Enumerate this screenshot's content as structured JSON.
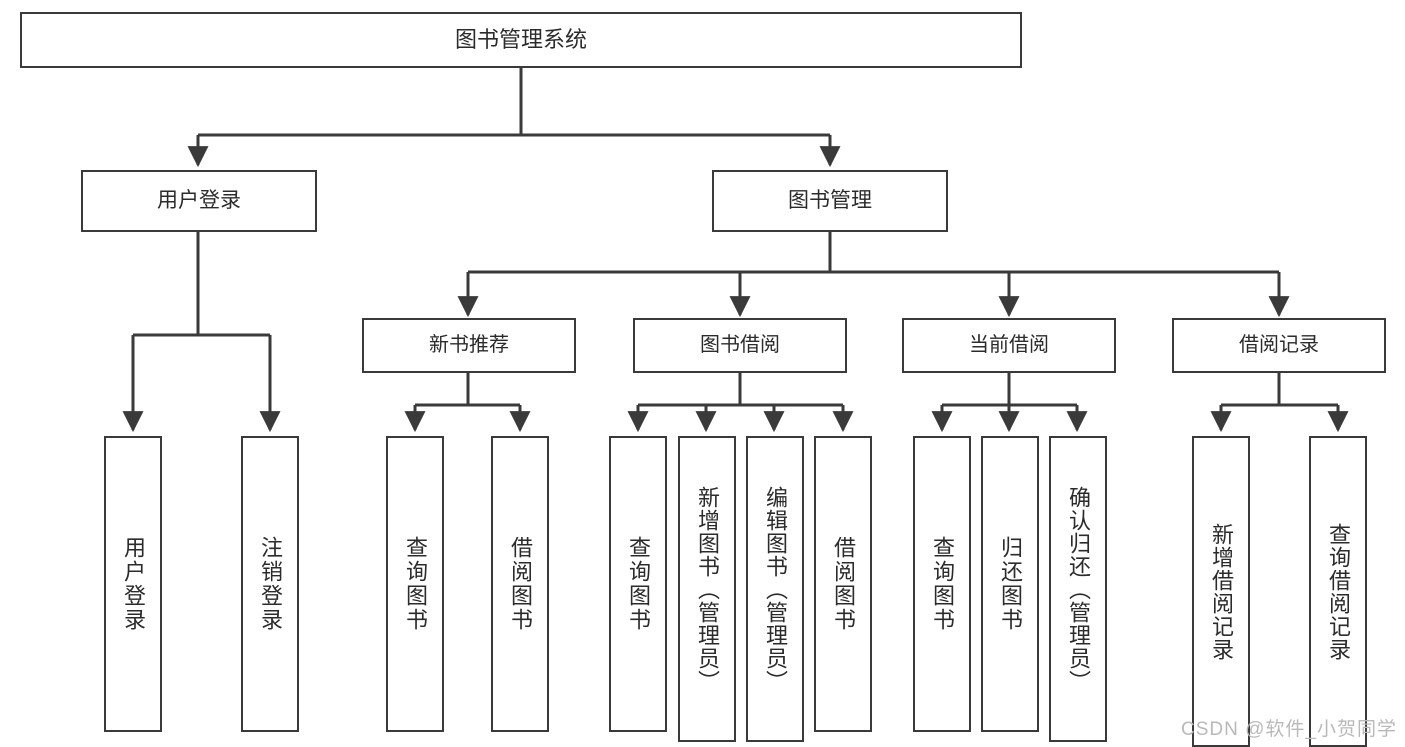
{
  "diagram": {
    "title": "图书管理系统",
    "type": "functional-structure-tree",
    "root": {
      "label": "图书管理系统"
    },
    "level2": [
      {
        "id": "user-login",
        "label": "用户登录"
      },
      {
        "id": "book-manage",
        "label": "图书管理"
      }
    ],
    "level3": [
      {
        "id": "new-book-recommend",
        "label": "新书推荐",
        "parent": "book-manage"
      },
      {
        "id": "book-borrow",
        "label": "图书借阅",
        "parent": "book-manage"
      },
      {
        "id": "current-borrow",
        "label": "当前借阅",
        "parent": "book-manage"
      },
      {
        "id": "borrow-record",
        "label": "借阅记录",
        "parent": "book-manage"
      }
    ],
    "leaves": [
      {
        "id": "leaf-user-login",
        "label": "用户登录",
        "parent": "user-login"
      },
      {
        "id": "leaf-user-logout",
        "label": "注销登录",
        "parent": "user-login"
      },
      {
        "id": "leaf-query-book-1",
        "label": "查询图书",
        "parent": "new-book-recommend"
      },
      {
        "id": "leaf-borrow-book-1",
        "label": "借阅图书",
        "parent": "new-book-recommend"
      },
      {
        "id": "leaf-query-book-2",
        "label": "查询图书",
        "parent": "book-borrow"
      },
      {
        "id": "leaf-add-book",
        "label": "新增图书（管理员）",
        "parent": "book-borrow"
      },
      {
        "id": "leaf-edit-book",
        "label": "编辑图书（管理员）",
        "parent": "book-borrow"
      },
      {
        "id": "leaf-borrow-book-2",
        "label": "借阅图书",
        "parent": "book-borrow"
      },
      {
        "id": "leaf-query-book-3",
        "label": "查询图书",
        "parent": "current-borrow"
      },
      {
        "id": "leaf-return-book",
        "label": "归还图书",
        "parent": "current-borrow"
      },
      {
        "id": "leaf-confirm-return",
        "label": "确认归还（管理员）",
        "parent": "current-borrow"
      },
      {
        "id": "leaf-add-record",
        "label": "新增借阅记录",
        "parent": "borrow-record"
      },
      {
        "id": "leaf-query-record",
        "label": "查询借阅记录",
        "parent": "borrow-record"
      }
    ]
  },
  "watermark": {
    "text": "CSDN @软件_小贺同学"
  },
  "colors": {
    "background": "#ffffff",
    "box_border": "#3a3a3a",
    "box_fill": "#ffffff",
    "text": "#2b2b2b",
    "connector": "#3a3a3a",
    "watermark": "#b9b9b9"
  }
}
